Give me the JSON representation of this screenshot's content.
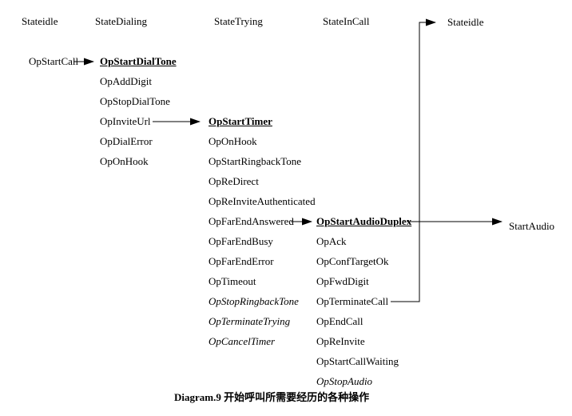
{
  "headers": [
    "Stateidle",
    "StateDialing",
    "StateTrying",
    "StateInCall",
    "Stateidle"
  ],
  "trigger": "OpStartCall",
  "dialing_ops": [
    {
      "label": "OpStartDialTone",
      "style": "bold-underline"
    },
    {
      "label": "OpAddDigit",
      "style": "normal"
    },
    {
      "label": "OpStopDialTone",
      "style": "normal"
    },
    {
      "label": "OpInviteUrl",
      "style": "normal"
    },
    {
      "label": "OpDialError",
      "style": "normal"
    },
    {
      "label": "OpOnHook",
      "style": "normal"
    }
  ],
  "trying_ops": [
    {
      "label": "OpStartTimer",
      "style": "bold-underline"
    },
    {
      "label": "OpOnHook",
      "style": "normal"
    },
    {
      "label": "OpStartRingbackTone",
      "style": "normal"
    },
    {
      "label": "OpReDirect",
      "style": "normal"
    },
    {
      "label": "OpReInviteAuthenticated",
      "style": "normal"
    },
    {
      "label": "OpFarEndAnswered",
      "style": "normal"
    },
    {
      "label": "OpFarEndBusy",
      "style": "normal"
    },
    {
      "label": "OpFarEndError",
      "style": "normal"
    },
    {
      "label": "OpTimeout",
      "style": "normal"
    },
    {
      "label": "OpStopRingbackTone",
      "style": "italic"
    },
    {
      "label": "OpTerminateTrying",
      "style": "italic"
    },
    {
      "label": "OpCancelTimer",
      "style": "italic"
    }
  ],
  "incall_ops": [
    {
      "label": "OpStartAudioDuplex",
      "style": "bold-underline"
    },
    {
      "label": "OpAck",
      "style": "normal"
    },
    {
      "label": "OpConfTargetOk",
      "style": "normal"
    },
    {
      "label": "OpFwdDigit",
      "style": "normal"
    },
    {
      "label": "OpTerminateCall",
      "style": "normal"
    },
    {
      "label": "OpEndCall",
      "style": "normal"
    },
    {
      "label": "OpReInvite",
      "style": "normal"
    },
    {
      "label": "OpStartCallWaiting",
      "style": "normal"
    },
    {
      "label": "OpStopAudio",
      "style": "italic"
    }
  ],
  "result": "StartAudio",
  "caption": "Diagram.9 开始呼叫所需要经历的各种操作",
  "transitions": [
    {
      "from": "OpStartCall",
      "to": "OpStartDialTone"
    },
    {
      "from": "OpInviteUrl",
      "to": "OpStartTimer"
    },
    {
      "from": "OpFarEndAnswered",
      "to": "OpStartAudioDuplex"
    },
    {
      "from": "OpStartAudioDuplex",
      "to": "StartAudio"
    },
    {
      "from": "OpTerminateCall",
      "to": "Stateidle"
    }
  ],
  "colors": {
    "line": "#000000",
    "text": "#000000",
    "background": "#ffffff"
  }
}
